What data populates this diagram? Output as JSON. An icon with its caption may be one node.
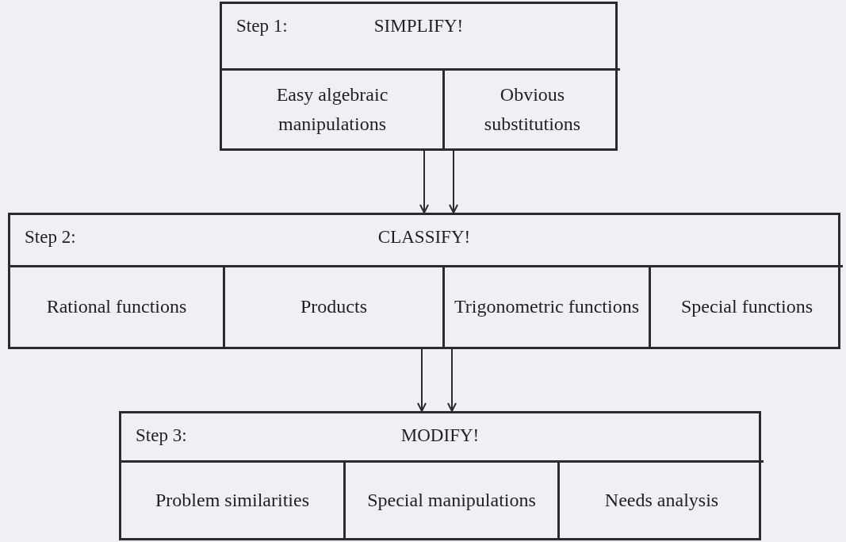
{
  "diagram": {
    "nodes": [
      {
        "text": [
          "Step 1:",
          "SIMPLIFY!"
        ]
      },
      {
        "text": [
          "Easy algebraic manipulations"
        ],
        "in": 0
      },
      {
        "text": [
          "Obvious substitutions"
        ],
        "in": 0
      },
      {
        "text": [
          "Step 2:",
          "CLASSIFY!"
        ]
      },
      {
        "text": [
          "Rational functions"
        ],
        "in": 3
      },
      {
        "text": [
          "Products"
        ],
        "in": 3
      },
      {
        "text": [
          "Trigonometric functions"
        ],
        "in": 3
      },
      {
        "text": [
          "Special functions"
        ],
        "in": 3
      },
      {
        "text": [
          "Step 3:",
          "MODIFY!"
        ]
      },
      {
        "text": [
          "Problem similarities"
        ],
        "in": 8
      },
      {
        "text": [
          "Special manipulations"
        ],
        "in": 8
      },
      {
        "text": [
          "Needs analysis"
        ],
        "in": 8
      }
    ],
    "edges": [
      {
        "from": 0,
        "to": 3,
        "arrow": "to"
      },
      {
        "from": 0,
        "to": 3,
        "arrow": "to"
      },
      {
        "from": 3,
        "to": 8,
        "arrow": "to"
      },
      {
        "from": 3,
        "to": 8,
        "arrow": "to"
      }
    ]
  }
}
